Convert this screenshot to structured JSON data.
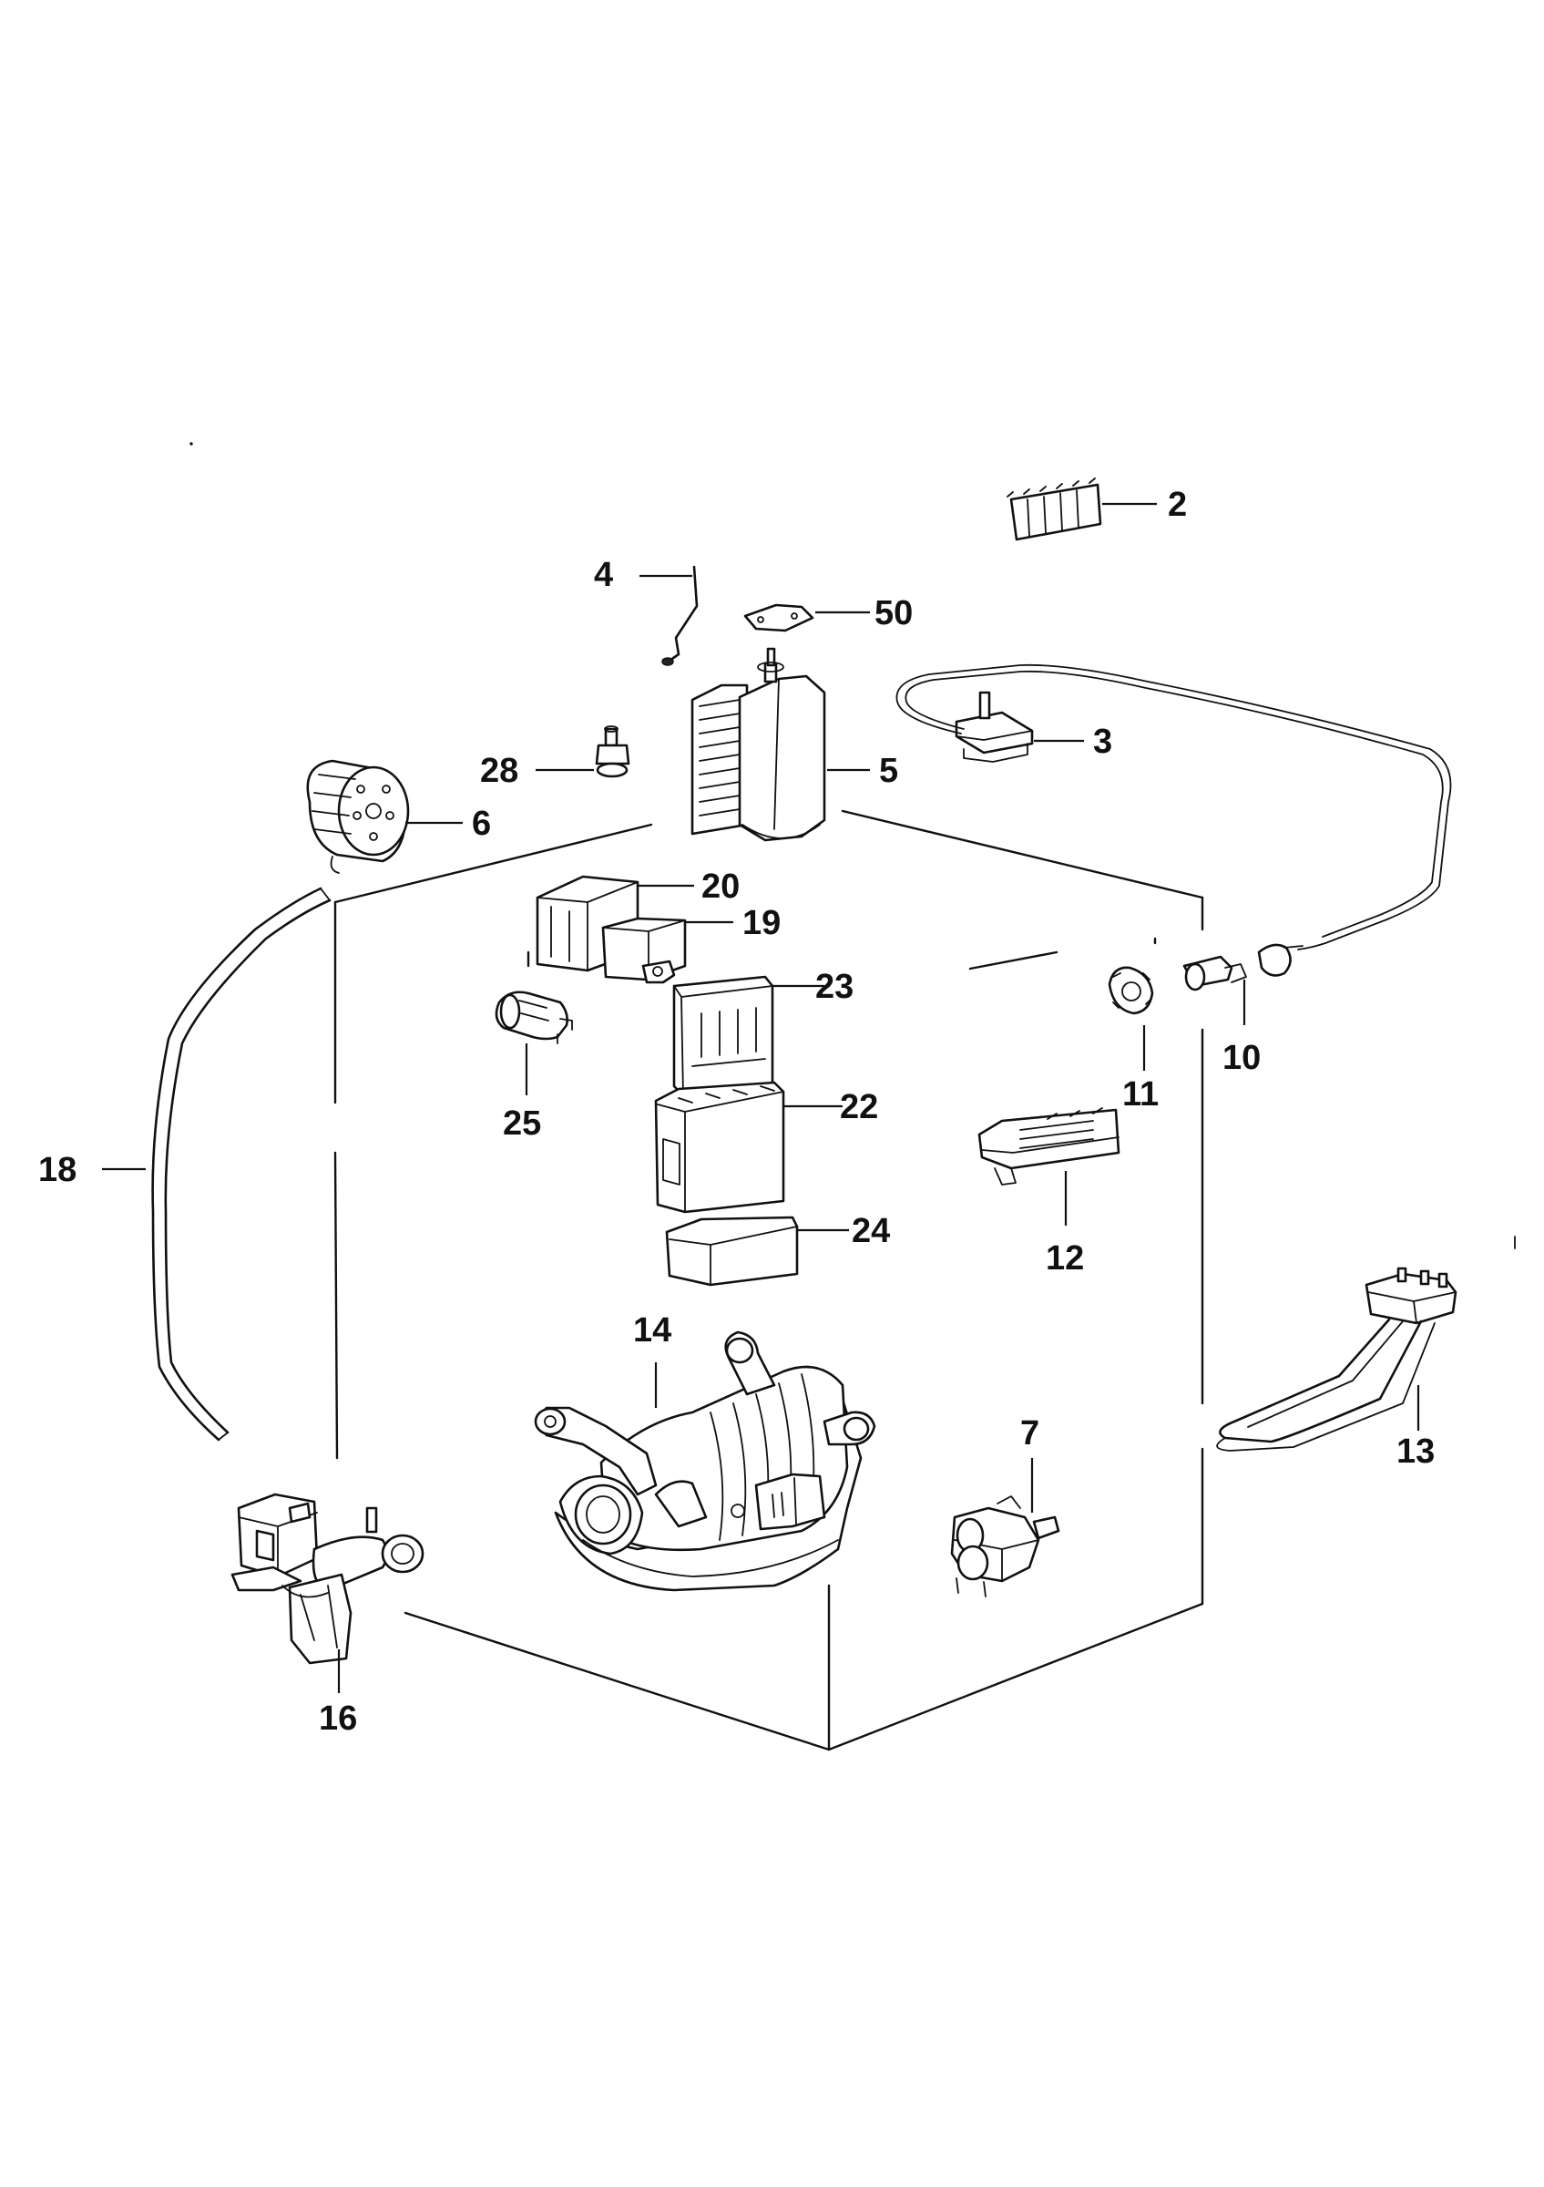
{
  "callouts": {
    "c2": "2",
    "c3": "3",
    "c4": "4",
    "c5": "5",
    "c6": "6",
    "c7": "7",
    "c10": "10",
    "c11": "11",
    "c12": "12",
    "c13": "13",
    "c14": "14",
    "c16": "16",
    "c18": "18",
    "c19": "19",
    "c20": "20",
    "c22": "22",
    "c23": "23",
    "c24": "24",
    "c25": "25",
    "c28": "28",
    "c50": "50"
  }
}
